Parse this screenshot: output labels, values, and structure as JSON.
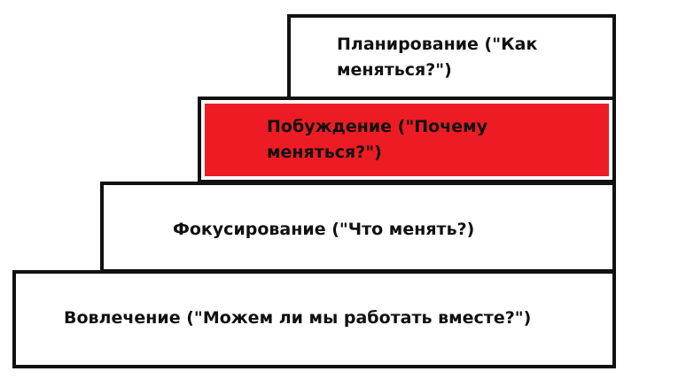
{
  "steps": [
    {
      "label": "Планирование (\"Как меняться?\")"
    },
    {
      "label": "Побуждение (\"Почему меняться?\")",
      "highlight_color": "#ED1C24"
    },
    {
      "label": "Фокусирование (\"Что менять?)"
    },
    {
      "label": "Вовлечение (\"Можем ли мы работать вместе?\")"
    }
  ]
}
